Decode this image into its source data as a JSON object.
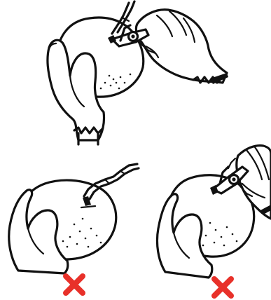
{
  "figure": {
    "panels": [
      {
        "id": "correct",
        "label": "",
        "mark": "none"
      },
      {
        "id": "wrong-stem-too-long",
        "label": "",
        "mark": "cross-icon"
      },
      {
        "id": "wrong-cut-into-fruit",
        "label": "",
        "mark": "cross-icon"
      }
    ],
    "colors": {
      "ink": "#111111",
      "background": "#ffffff",
      "cross": "#e8312a"
    }
  }
}
